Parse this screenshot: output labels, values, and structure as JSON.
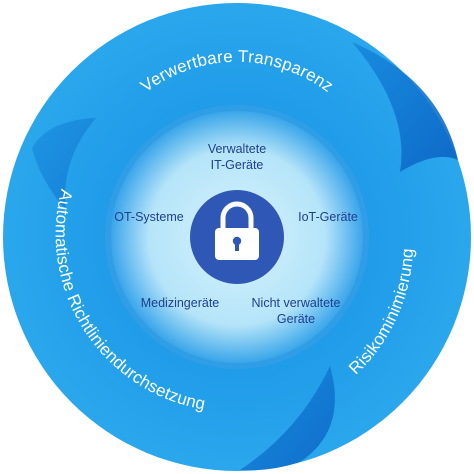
{
  "ring": {
    "top_label": "Verwertbare Transparenz",
    "left_label": "Automatische Richtliniendurchsetzung",
    "right_label": "Risikominimierung"
  },
  "core": {
    "top": [
      "Verwaltete",
      "IT-Geräte"
    ],
    "left": "OT-Systeme",
    "right": "IoT-Geräte",
    "bottom_left": "Medizingeräte",
    "bottom_right": [
      "Nicht verwaltete",
      "Geräte"
    ]
  },
  "center_icon": "padlock-icon",
  "colors": {
    "ring_light": "#2aa7ec",
    "ring_dark": "#0e6fcf",
    "core_light": "#c6ecfb",
    "core_edge": "#2f9ee6",
    "lock_circle": "#2f57b5",
    "label_text": "#1f3f8f"
  }
}
